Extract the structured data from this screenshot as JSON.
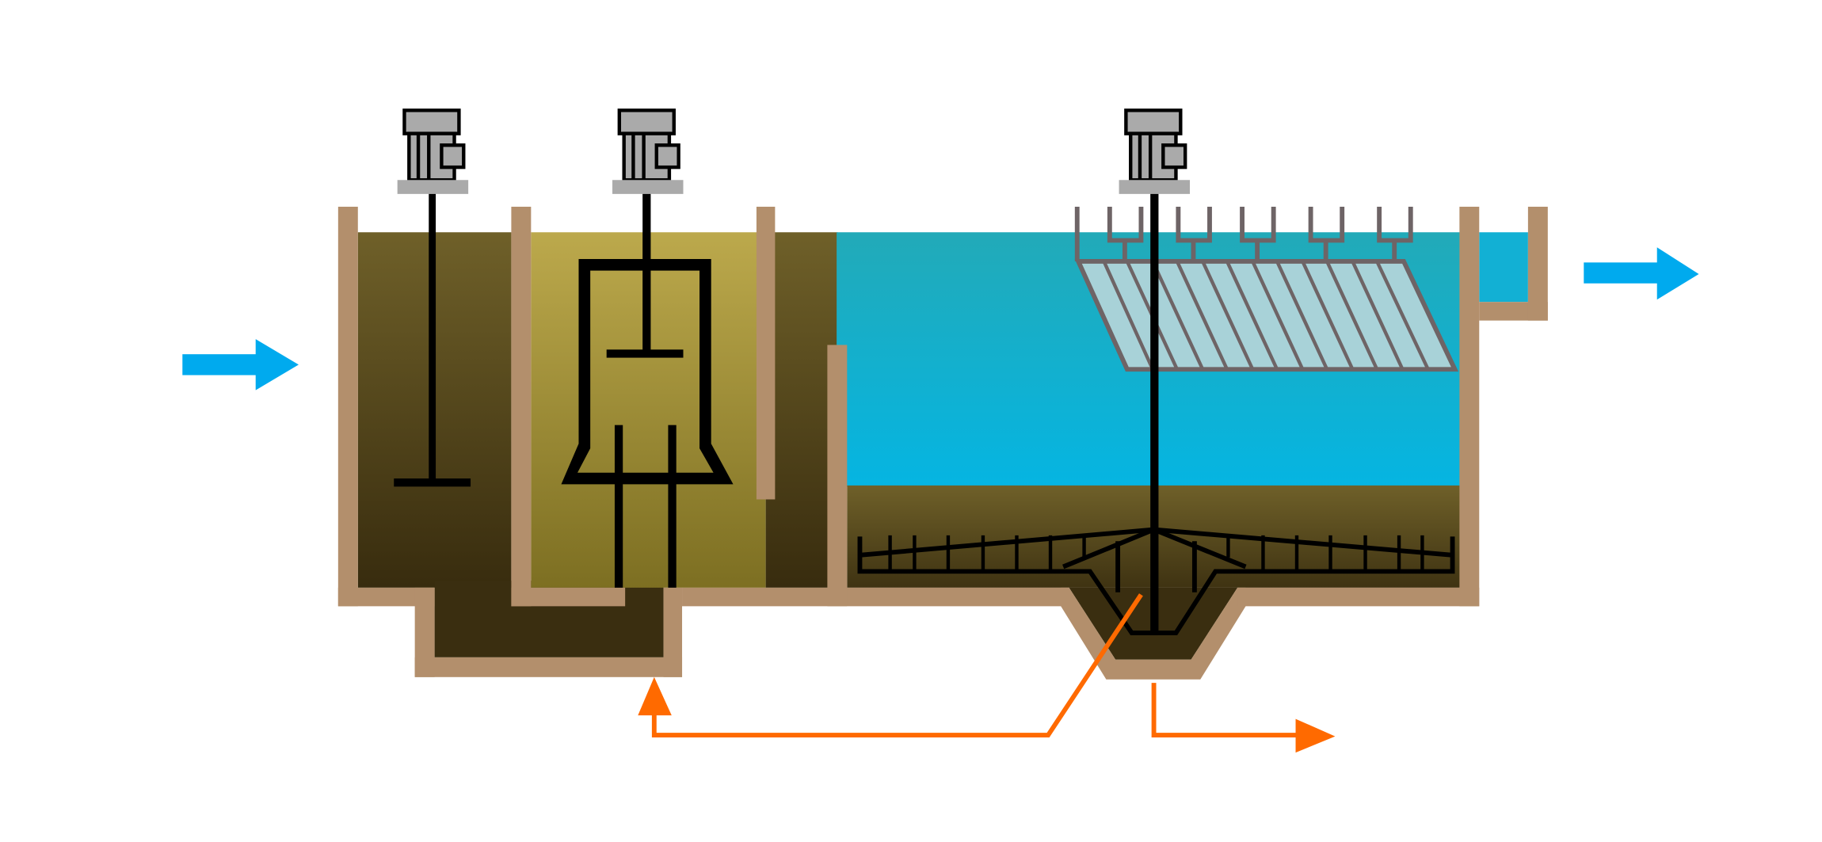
{
  "diagram": {
    "type": "water-treatment-process-schematic",
    "components": [
      {
        "name": "inflow-arrow",
        "icon": "arrow-right-icon"
      },
      {
        "name": "flash-mixer-tank",
        "icon": "mixer-motor-icon"
      },
      {
        "name": "flocculation-tank",
        "icon": "flocculator-motor-icon"
      },
      {
        "name": "clarifier-with-tube-settlers",
        "icon": "scraper-motor-icon"
      },
      {
        "name": "effluent-trough"
      },
      {
        "name": "outflow-arrow",
        "icon": "arrow-right-icon"
      },
      {
        "name": "sludge-recycle-line",
        "icon": "arrow-up-icon"
      },
      {
        "name": "sludge-waste-line",
        "icon": "arrow-right-icon"
      }
    ]
  },
  "colors": {
    "flow_arrow": "#00aaee",
    "tank_wall": "#b38f6c",
    "sludge_top": "#6f6029",
    "sludge_bottom": "#382c0e",
    "floc_top": "#bca94c",
    "floc_bottom": "#7d6f22",
    "clear_water_top": "#22aab8",
    "clear_water_bottom": "#05b5e2",
    "tube_settler": "#a8d2d8",
    "tube_frame": "#6e6466",
    "motor": "#aaaaaa",
    "sludge_pipe": "#ff6a00"
  }
}
